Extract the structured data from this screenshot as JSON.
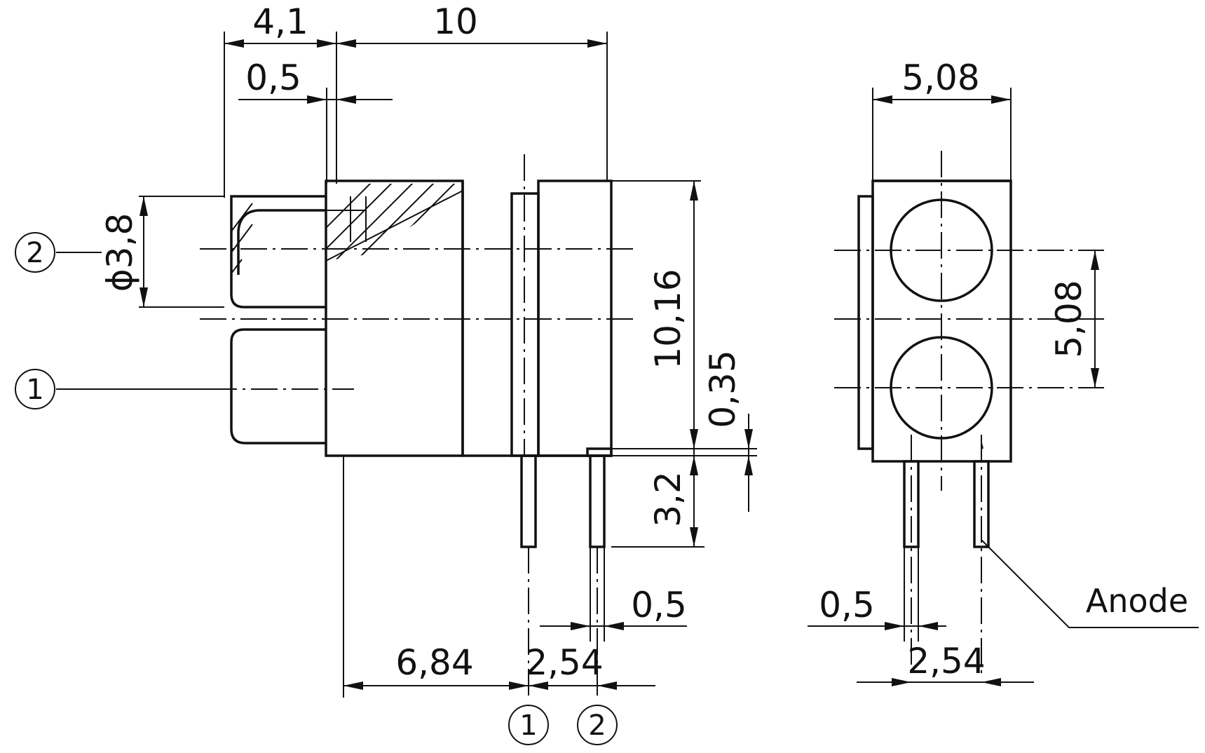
{
  "dimensions": {
    "d_4_1": "4,1",
    "d_10": "10",
    "d_0_5_top": "0,5",
    "d_phi_3_8": "ϕ3,8",
    "d_10_16": "10,16",
    "d_0_35": "0,35",
    "d_3_2": "3,2",
    "d_0_5_bottom": "0,5",
    "d_6_84": "6,84",
    "d_2_54_side": "2,54",
    "d_5_08_top": "5,08",
    "d_5_08_side": "5,08",
    "d_0_5_front": "0,5",
    "d_2_54_front": "2,54"
  },
  "labels": {
    "anode": "Anode",
    "marker_1": "1",
    "marker_2": "2"
  }
}
